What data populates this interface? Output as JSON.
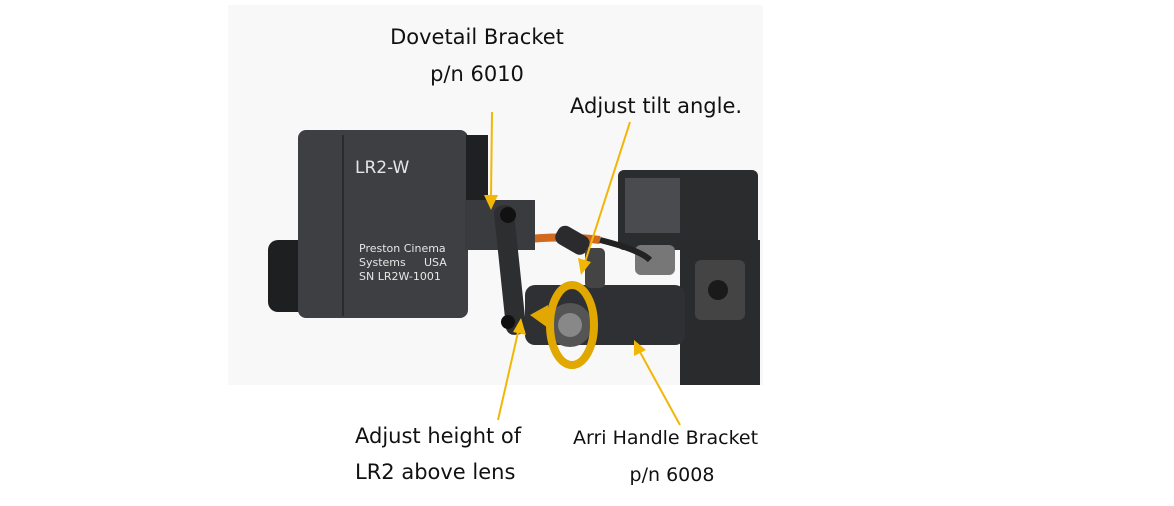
{
  "device": {
    "model": "LR2-W",
    "maker_line1": "Preston Cinema",
    "maker_line2_left": "Systems",
    "maker_line2_right": "USA",
    "serial": "SN LR2W-1001"
  },
  "callouts": {
    "dovetail": {
      "title": "Dovetail Bracket",
      "part": "p/n 6010"
    },
    "tilt": {
      "title": "Adjust tilt angle."
    },
    "height": {
      "line1": "Adjust height of",
      "line2": "LR2 above lens"
    },
    "arri": {
      "title": "Arri Handle Bracket",
      "part": "p/n 6008"
    }
  },
  "colors": {
    "arrow": "#f2b705",
    "body": "#3a3b3d",
    "cable": "#d2691e"
  }
}
